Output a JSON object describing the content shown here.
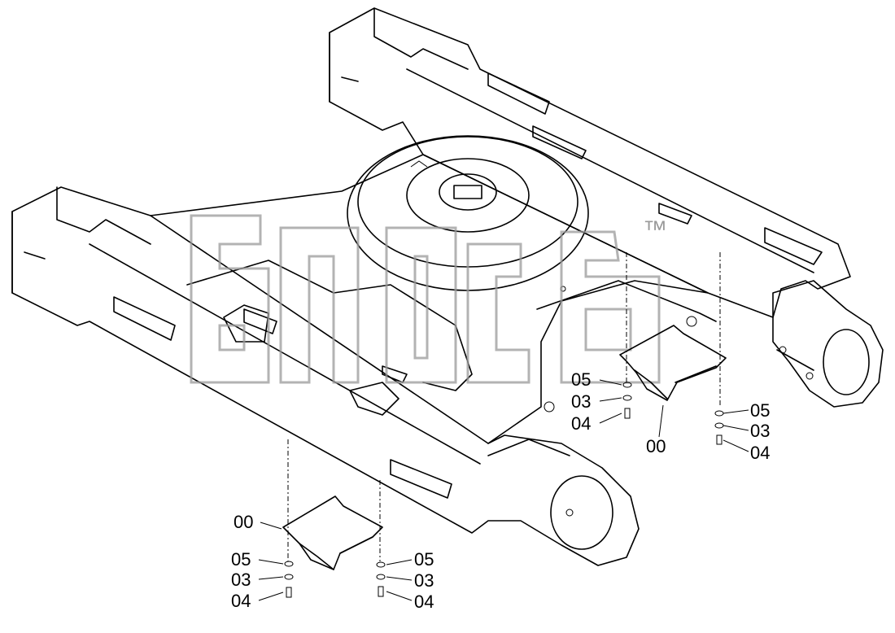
{
  "watermark": {
    "trademark": "™"
  },
  "callouts": {
    "right_assembly": {
      "part": "00",
      "washer_a": "05",
      "washer_b": "03",
      "bolt": "04"
    },
    "right_outer": {
      "washer_a": "05",
      "washer_b": "03",
      "bolt": "04"
    },
    "left_assembly": {
      "part": "00",
      "washer_a": "05",
      "washer_b": "03",
      "bolt": "04"
    },
    "left_outer": {
      "washer_a": "05",
      "washer_b": "03",
      "bolt": "04"
    }
  }
}
